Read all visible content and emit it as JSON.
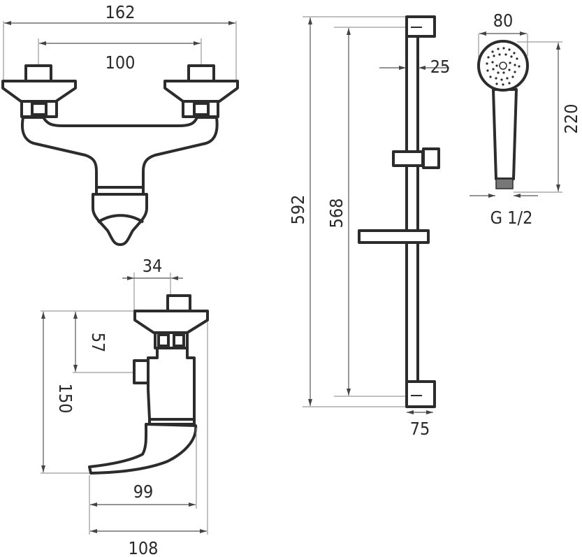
{
  "drawing": {
    "front_view": {
      "overall_width": "162",
      "inlet_spacing": "100"
    },
    "side_view": {
      "inlet_offset": "34",
      "inlet_height": "57",
      "total_height": "150",
      "spout_reach": "99",
      "total_depth": "108"
    },
    "rail": {
      "total_length": "592",
      "bracket_spacing": "568",
      "rail_diameter": "25",
      "wall_projection": "75"
    },
    "hand_shower": {
      "head_diameter": "80",
      "length": "220",
      "thread": "G 1/2"
    },
    "colors": {
      "line": "#2c2c2c",
      "dimension": "#555555",
      "background": "#ffffff"
    }
  }
}
